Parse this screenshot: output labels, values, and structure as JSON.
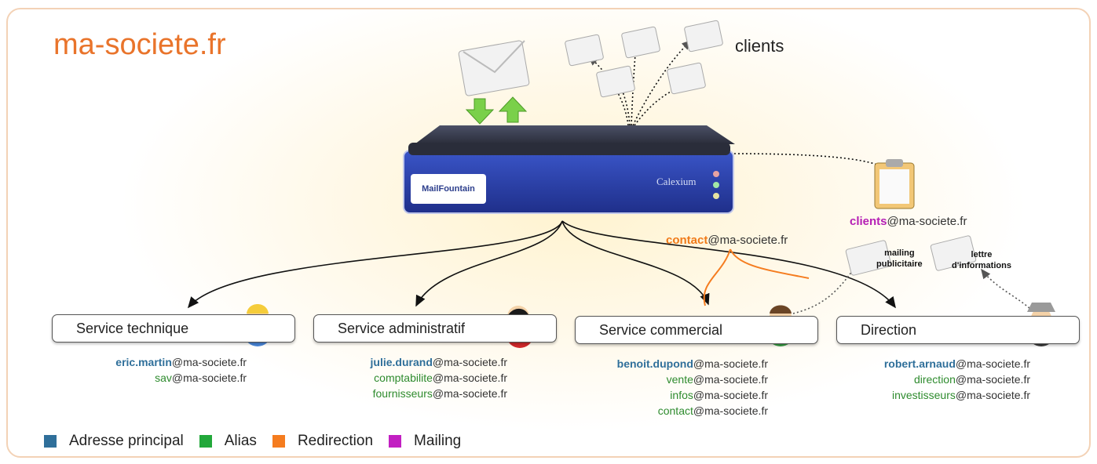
{
  "site_title": "ma-societe.fr",
  "clients_label": "clients",
  "device": {
    "brand": "MailFountain",
    "maker": "Calexium"
  },
  "contact_alias": {
    "user": "contact",
    "domain": "@ma-societe.fr"
  },
  "clients_list": {
    "user": "clients",
    "domain": "@ma-societe.fr"
  },
  "envelopes": {
    "mailing": [
      "mailing",
      "publicitaire"
    ],
    "newsletter": [
      "lettre",
      "d'informations"
    ]
  },
  "services": [
    {
      "label": "Service technique",
      "icon": "blond-user-icon",
      "addresses": [
        {
          "user": "eric.martin",
          "domain": "@ma-societe.fr",
          "kind": "principal"
        },
        {
          "user": "sav",
          "domain": "@ma-societe.fr",
          "kind": "alias"
        }
      ]
    },
    {
      "label": "Service administratif",
      "icon": "female-user-icon",
      "addresses": [
        {
          "user": "julie.durand",
          "domain": "@ma-societe.fr",
          "kind": "principal"
        },
        {
          "user": "comptabilite",
          "domain": "@ma-societe.fr",
          "kind": "alias"
        },
        {
          "user": "fournisseurs",
          "domain": "@ma-societe.fr",
          "kind": "alias"
        }
      ]
    },
    {
      "label": "Service commercial",
      "icon": "businessman-icon",
      "addresses": [
        {
          "user": "benoit.dupond",
          "domain": "@ma-societe.fr",
          "kind": "principal"
        },
        {
          "user": "vente",
          "domain": "@ma-societe.fr",
          "kind": "alias"
        },
        {
          "user": "infos",
          "domain": "@ma-societe.fr",
          "kind": "alias"
        },
        {
          "user": "contact",
          "domain": "@ma-societe.fr",
          "kind": "alias"
        }
      ]
    },
    {
      "label": "Direction",
      "icon": "hat-user-icon",
      "addresses": [
        {
          "user": "robert.arnaud",
          "domain": "@ma-societe.fr",
          "kind": "principal"
        },
        {
          "user": "direction",
          "domain": "@ma-societe.fr",
          "kind": "alias"
        },
        {
          "user": "investisseurs",
          "domain": "@ma-societe.fr",
          "kind": "alias"
        }
      ]
    }
  ],
  "legend": [
    {
      "label": "Adresse principal",
      "color": "#2f6f9a"
    },
    {
      "label": "Alias",
      "color": "#22a83a"
    },
    {
      "label": "Redirection",
      "color": "#f57c1f"
    },
    {
      "label": "Mailing",
      "color": "#c21fc2"
    }
  ]
}
